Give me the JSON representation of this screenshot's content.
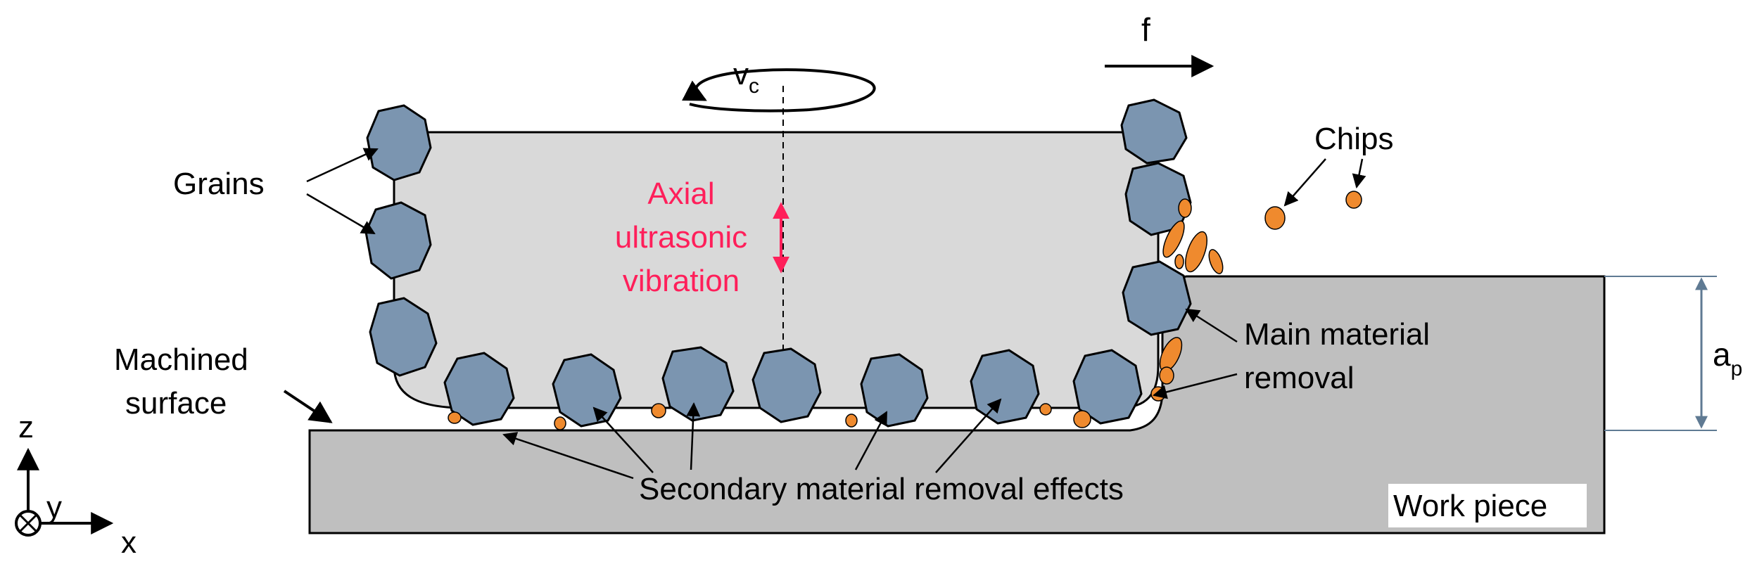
{
  "labels": {
    "feed": "f",
    "cutting_speed": "v",
    "cutting_speed_sub": "c",
    "vibration_line1": "Axial",
    "vibration_line2": "ultrasonic",
    "vibration_line3": "vibration",
    "grains": "Grains",
    "chips": "Chips",
    "main_removal_line1": "Main material",
    "main_removal_line2": "removal",
    "machined_surface_line1": "Machined",
    "machined_surface_line2": "surface",
    "secondary_removal": "Secondary material removal effects",
    "work_piece": "Work piece",
    "depth": "a",
    "depth_sub": "p",
    "axis_z": "z",
    "axis_y": "y",
    "axis_x": "x"
  },
  "colors": {
    "tool": "#d9d9d9",
    "workpiece": "#bfbfbf",
    "grain": "#7b95b0",
    "chip": "#ef8a2e",
    "vibration": "#ff1f5a",
    "outline": "#000000",
    "dimension": "#5f7a93"
  }
}
